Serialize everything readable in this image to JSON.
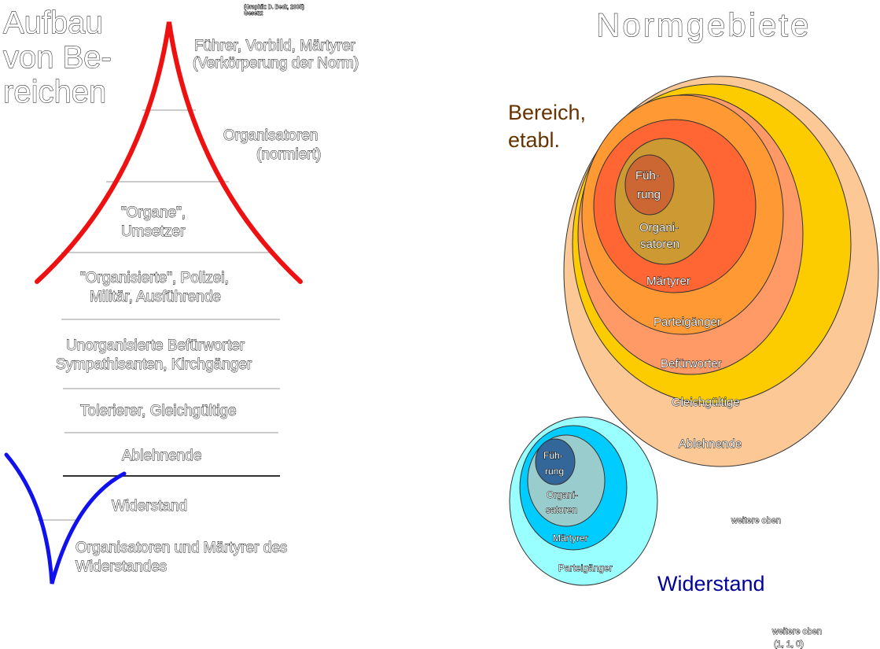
{
  "left_diagram": {
    "title_lines": [
      "Aufbau",
      "von Be-",
      "reichen"
    ],
    "tiny_note_lines": [
      "(Graphik: D. Beck, 2005)",
      "Gesetzt"
    ],
    "pyramid_labels": [
      [
        "Führer, Vorbild, Märtyrer",
        "(Verkörperung der Norm)"
      ],
      [
        "Organisatoren",
        "(normiert)"
      ],
      [
        "\"Organe\",",
        "Umsetzer"
      ],
      [
        "\"Organisierte\", Polizei,",
        "Militär, Ausführende"
      ]
    ],
    "base_labels": [
      [
        "Unorganisierte Befürworter",
        "Sympathisanten, Kirchgänger"
      ],
      [
        "Tolerierer, Gleichgültige"
      ],
      [
        "Ablehnende"
      ]
    ],
    "resistance_labels": [
      [
        "Widerstand"
      ],
      [
        "Organisatoren und Märtyrer des",
        "Widerstandes"
      ]
    ],
    "colors": {
      "pyramid": "#ee1111",
      "resistance": "#1111ee"
    }
  },
  "right_diagram": {
    "title": "Normgebiete",
    "main_area_label_lines": [
      "Bereich,",
      "etabl."
    ],
    "main_rings": [
      {
        "label": "Ablehnende",
        "color": "#fcc896"
      },
      {
        "label": "Gleichgültige",
        "color": "#fccc00"
      },
      {
        "label": "Befürworter",
        "color": "#ff9966"
      },
      {
        "label": "Parteigänger",
        "color": "#ff9933"
      },
      {
        "label": "Märtyrer",
        "color": "#ff6633"
      },
      {
        "label_lines": [
          "Organi-",
          "satoren"
        ],
        "color": "#cc9933"
      },
      {
        "label_lines": [
          "Füh-",
          "rung"
        ],
        "color": "#cc6633"
      }
    ],
    "resistance_label": "Widerstand",
    "resistance_rings": [
      {
        "label": "Parteigänger",
        "color": "#99ffff"
      },
      {
        "label": "Märtyrer",
        "color": "#00ccff"
      },
      {
        "label_lines": [
          "Organi-",
          "satoren"
        ],
        "color": "#99cccc"
      },
      {
        "label_lines": [
          "Füh-",
          "rung"
        ],
        "color": "#336699"
      }
    ],
    "faint_labels": [
      "weitere oben",
      "weitere oben"
    ],
    "corner_note": "(1, 1, 0)",
    "colors": {
      "main_label": "#663300",
      "resistance_label": "#000099"
    }
  }
}
